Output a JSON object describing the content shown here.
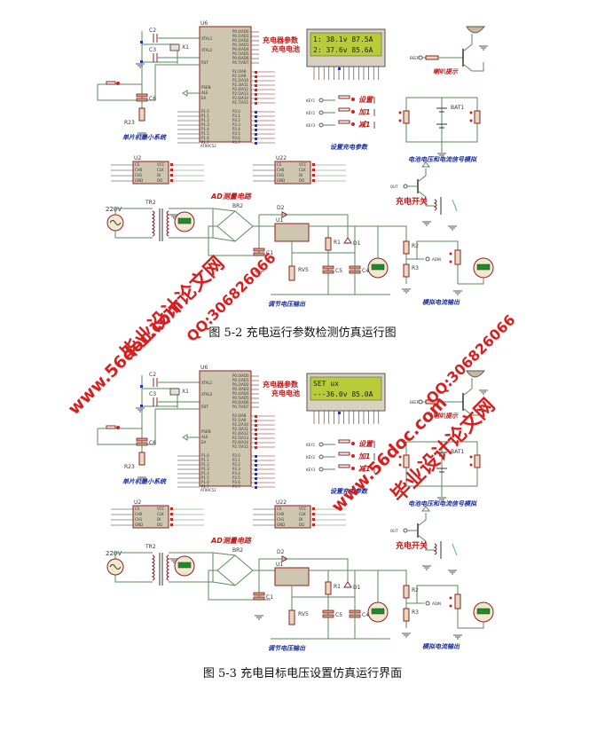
{
  "figures": [
    {
      "id": "fig-5-2",
      "caption": "图 5-2 充电运行参数检测仿真运行图",
      "lcd": {
        "line1": "1: 38.1v 87.5A",
        "line2": "2: 37.6v 85.6A"
      },
      "lcd_side_labels": [
        "充电器参数",
        "充电电池"
      ],
      "labels": {
        "mcu_block": "单片机最小系统",
        "ad_block": "AD测量电路",
        "key_block": "设置充电参数",
        "keys": [
          "设置",
          "加1",
          "减1"
        ],
        "key_names": [
          "KEY1",
          "KEY2",
          "KEY3"
        ],
        "buzzer": "喇叭提示",
        "battery_sim": "电池电压和电流信号模拟",
        "charge_switch": "充电开关",
        "voltage_out": "调节电压输出",
        "current_out": "模拟电流输出"
      },
      "components": {
        "u6": "U6",
        "x1": "X1",
        "c2": "C2",
        "c3": "C3",
        "c6": "C6",
        "r23": "R23",
        "u2": "U2",
        "u22": "U22",
        "tr2": "TR2",
        "br2": "BR2",
        "d2": "D2",
        "u1": "U1",
        "r1": "R1",
        "d1": "D1",
        "c1": "C1",
        "c5": "C5",
        "c4": "C4",
        "rv5": "RV5",
        "r2": "R2",
        "r3": "R3",
        "bat1": "BAT1",
        "source": "220V",
        "beep": "BEEP",
        "mcu_part": "AT89C52"
      }
    },
    {
      "id": "fig-5-3",
      "caption": "图 5-3 充电目标电压设置仿真运行界面",
      "lcd": {
        "line1": "SET ux",
        "line2": "---36.0v 85.0A"
      },
      "lcd_side_labels": [
        "充电器参数",
        "充电电池"
      ],
      "labels": {
        "mcu_block": "单片机最小系统",
        "ad_block": "AD测量电路",
        "key_block": "设置充电参数",
        "keys": [
          "设置",
          "加1",
          "减1"
        ],
        "key_names": [
          "KEY1",
          "KEY2",
          "KEY3"
        ],
        "buzzer": "喇叭提示",
        "battery_sim": "电池电压和电流信号模拟",
        "charge_switch": "充电开关",
        "voltage_out": "调节电压输出",
        "current_out": "模拟电流输出"
      },
      "components": {
        "u6": "U6",
        "x1": "X1",
        "c2": "C2",
        "c3": "C3",
        "c6": "C6",
        "r23": "R23",
        "u2": "U2",
        "u22": "U22",
        "tr2": "TR2",
        "br2": "BR2",
        "d2": "D2",
        "u1": "U1",
        "r1": "R1",
        "d1": "D1",
        "c1": "C1",
        "c5": "C5",
        "c4": "C4",
        "rv5": "RV5",
        "r2": "R2",
        "r3": "R3",
        "bat1": "BAT1",
        "source": "220V",
        "beep": "BEEP",
        "mcu_part": "AT89C52"
      }
    }
  ],
  "watermarks": {
    "site_cn": "毕业设计论文网",
    "site_url": "www.56doc.com",
    "qq": "QQ:306826066"
  },
  "colors": {
    "wire": "#5a8a5a",
    "component": "#8b2020",
    "label_red": "#c01818",
    "label_blue": "#1a2fa0",
    "chip_fill": "#cfc6b0",
    "lcd_bg": "#b8cc3a",
    "watermark": "#d81e1e"
  }
}
